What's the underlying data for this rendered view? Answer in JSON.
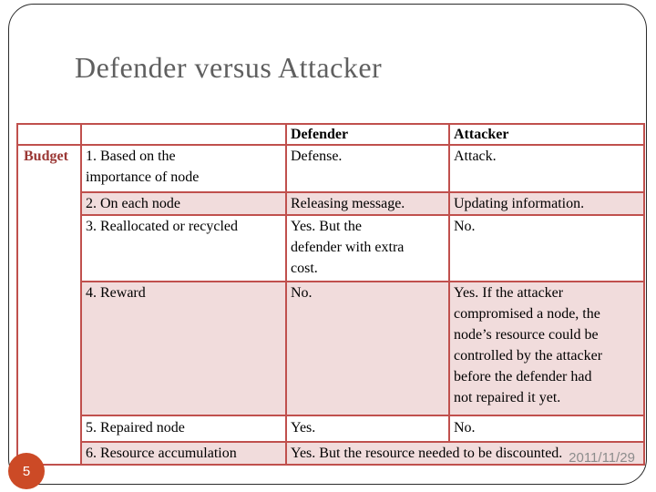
{
  "slide": {
    "title": "Defender versus Attacker",
    "footer": {
      "page_number": "5",
      "date": "2011/11/29"
    }
  },
  "table": {
    "column_headers": {
      "defender": "Defender",
      "attacker": "Attacker"
    },
    "row_group_label": "Budget",
    "rows": [
      {
        "item": "1. Based on the\nimportance of node",
        "defender": "Defense.",
        "attacker": "Attack.",
        "shaded": false
      },
      {
        "item": "2. On each node",
        "defender": "Releasing message.",
        "attacker": "Updating information.",
        "shaded": true
      },
      {
        "item": "3. Reallocated or recycled",
        "defender": "Yes. But the\ndefender with extra\ncost.",
        "attacker": "No.",
        "shaded": false
      },
      {
        "item": "4. Reward",
        "defender": "No.",
        "attacker": "Yes. If the attacker\ncompromised a node, the\nnode’s resource could be\ncontrolled by the attacker\nbefore the defender had\nnot repaired it yet.",
        "shaded": true
      },
      {
        "item": "5. Repaired node",
        "defender": "Yes.",
        "attacker": "No.",
        "shaded": false
      },
      {
        "item": "6. Resource accumulation",
        "merged_answer": "Yes. But the resource needed to be discounted.",
        "shaded": true
      }
    ]
  },
  "colors": {
    "table_border": "#C0504D",
    "shaded_row_fill": "#F1DCDC",
    "budget_label_text": "#9A3734",
    "title_text": "#5F5F5F",
    "page_circle_fill": "#CC4A26",
    "footer_text": "#8C8C8C",
    "frame_border": "#2B2B2B"
  }
}
